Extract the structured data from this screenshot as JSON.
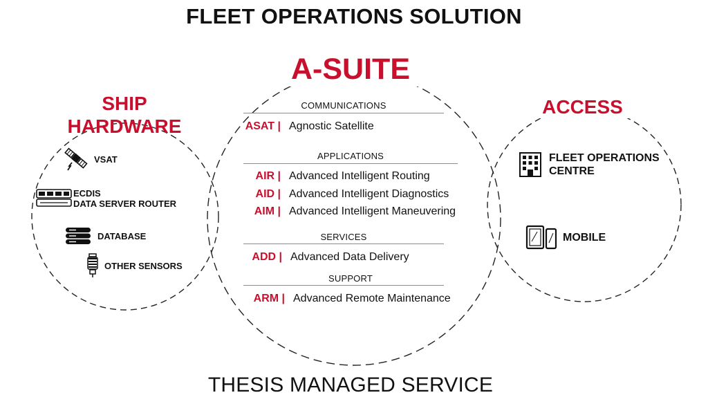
{
  "title": "FLEET OPERATIONS SOLUTION",
  "footer": "THESIS MANAGED SERVICE",
  "colors": {
    "accent": "#c8102e",
    "text": "#111111",
    "rule": "#8a8a8a"
  },
  "ship_hardware": {
    "title_line1": "SHIP",
    "title_line2": "HARDWARE",
    "items": [
      {
        "icon": "satellite-icon",
        "label": "VSAT"
      },
      {
        "icon": "server-rack-icon",
        "label_line1": "ECDIS",
        "label_line2": "DATA SERVER ROUTER"
      },
      {
        "icon": "database-icon",
        "label": "DATABASE"
      },
      {
        "icon": "sensor-icon",
        "label": "OTHER SENSORS"
      }
    ]
  },
  "a_suite": {
    "title": "A-SUITE",
    "sections": {
      "communications": {
        "heading": "COMMUNICATIONS",
        "rows": [
          {
            "code": "ASAT |",
            "desc": "Agnostic Satellite"
          }
        ]
      },
      "applications": {
        "heading": "APPLICATIONS",
        "rows": [
          {
            "code": "AIR |",
            "desc": "Advanced Intelligent Routing"
          },
          {
            "code": "AID |",
            "desc": "Advanced Intelligent Diagnostics"
          },
          {
            "code": "AIM |",
            "desc": "Advanced Intelligent Maneuvering"
          }
        ]
      },
      "services": {
        "heading": "SERVICES",
        "rows": [
          {
            "code": "ADD |",
            "desc": "Advanced Data Delivery"
          }
        ]
      },
      "support": {
        "heading": "SUPPORT",
        "rows": [
          {
            "code": "ARM |",
            "desc": "Advanced Remote Maintenance"
          }
        ]
      }
    }
  },
  "access": {
    "title": "ACCESS",
    "items": [
      {
        "icon": "building-icon",
        "label_line1": "FLEET OPERATIONS",
        "label_line2": "CENTRE"
      },
      {
        "icon": "mobile-devices-icon",
        "label": "MOBILE"
      }
    ]
  }
}
